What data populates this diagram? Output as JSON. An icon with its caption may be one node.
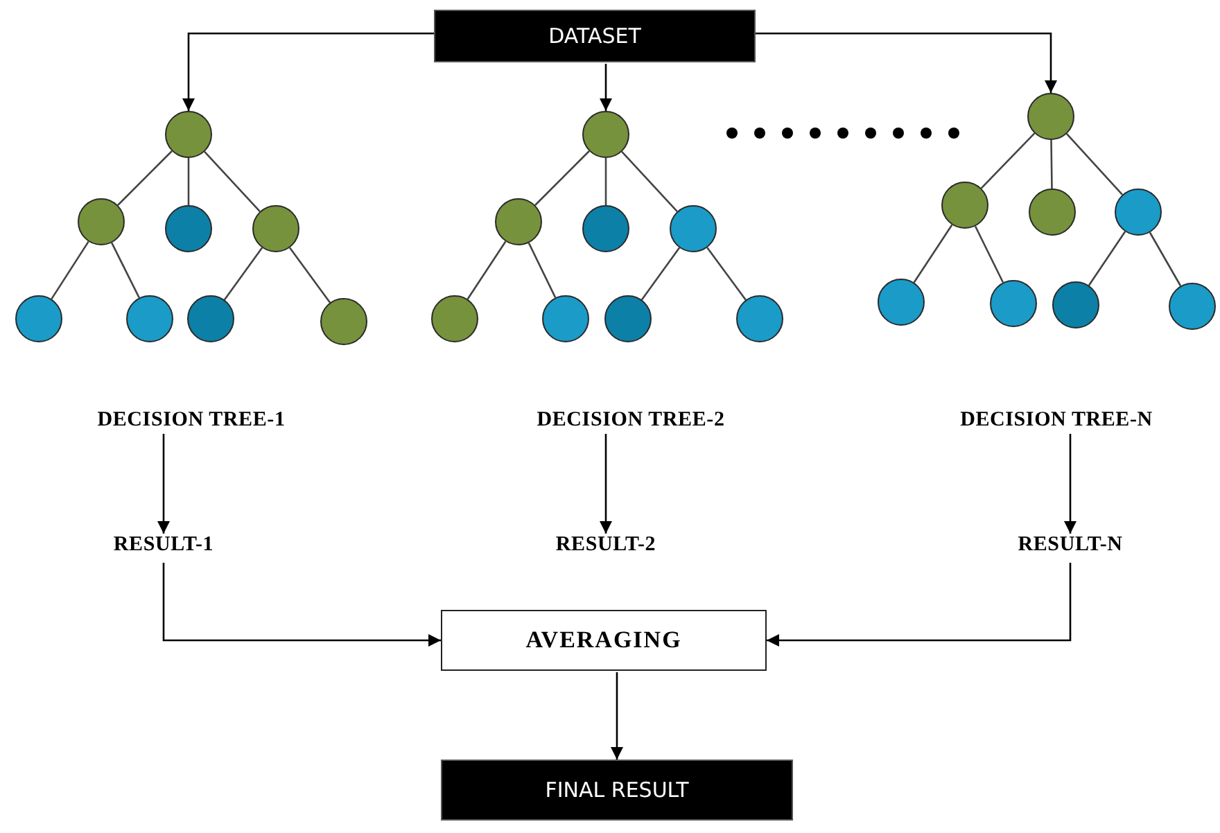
{
  "diagram": {
    "nodes": [
      {
        "text": [
          "DATASET"
        ]
      },
      {
        "text": [],
        "shape": "circle"
      },
      {
        "text": [],
        "shape": "circle"
      },
      {
        "text": [],
        "shape": "circle"
      },
      {
        "text": [],
        "shape": "circle"
      },
      {
        "text": [],
        "shape": "circle"
      },
      {
        "text": [],
        "shape": "circle"
      },
      {
        "text": [],
        "shape": "circle"
      },
      {
        "text": [],
        "shape": "circle"
      },
      {
        "text": [],
        "shape": "circle"
      },
      {
        "text": [],
        "shape": "circle"
      },
      {
        "text": [],
        "shape": "circle"
      },
      {
        "text": [],
        "shape": "circle"
      },
      {
        "text": [],
        "shape": "circle"
      },
      {
        "text": [],
        "shape": "circle"
      },
      {
        "text": [],
        "shape": "circle"
      },
      {
        "text": [],
        "shape": "circle"
      },
      {
        "text": [],
        "shape": "circle"
      },
      {
        "text": [],
        "shape": "circle"
      },
      {
        "text": [],
        "shape": "circle"
      },
      {
        "text": [],
        "shape": "circle"
      },
      {
        "text": [],
        "shape": "circle"
      },
      {
        "text": [],
        "shape": "circle"
      },
      {
        "text": [],
        "shape": "circle"
      },
      {
        "text": [],
        "shape": "circle"
      },
      {
        "text": [
          "DECISION TREE-1"
        ]
      },
      {
        "text": [
          "DECISION TREE-2"
        ]
      },
      {
        "text": [
          "DECISION TREE-N"
        ]
      },
      {
        "text": [
          "RESULT-1"
        ]
      },
      {
        "text": [
          "RESULT-2"
        ]
      },
      {
        "text": [
          "RESULT-N"
        ]
      },
      {
        "text": [
          "AVERAGING"
        ]
      },
      {
        "text": [
          "FINAL RESULT"
        ]
      }
    ],
    "edges": [
      {
        "from": 0,
        "to": 1,
        "arrow": "to"
      },
      {
        "from": 0,
        "to": 9,
        "arrow": "to"
      },
      {
        "from": 0,
        "to": 17,
        "arrow": "to"
      },
      {
        "from": 1,
        "to": 2,
        "arrow": "none"
      },
      {
        "from": 1,
        "to": 3,
        "arrow": "none"
      },
      {
        "from": 1,
        "to": 4,
        "arrow": "none"
      },
      {
        "from": 2,
        "to": 5,
        "arrow": "none"
      },
      {
        "from": 2,
        "to": 6,
        "arrow": "none"
      },
      {
        "from": 4,
        "to": 7,
        "arrow": "none"
      },
      {
        "from": 4,
        "to": 8,
        "arrow": "none"
      },
      {
        "from": 9,
        "to": 10,
        "arrow": "none"
      },
      {
        "from": 9,
        "to": 11,
        "arrow": "none"
      },
      {
        "from": 9,
        "to": 12,
        "arrow": "none"
      },
      {
        "from": 10,
        "to": 13,
        "arrow": "none"
      },
      {
        "from": 10,
        "to": 14,
        "arrow": "none"
      },
      {
        "from": 12,
        "to": 15,
        "arrow": "none"
      },
      {
        "from": 12,
        "to": 16,
        "arrow": "none"
      },
      {
        "from": 17,
        "to": 18,
        "arrow": "none"
      },
      {
        "from": 17,
        "to": 19,
        "arrow": "none"
      },
      {
        "from": 17,
        "to": 20,
        "arrow": "none"
      },
      {
        "from": 18,
        "to": 21,
        "arrow": "none"
      },
      {
        "from": 18,
        "to": 22,
        "arrow": "none"
      },
      {
        "from": 20,
        "to": 23,
        "arrow": "none"
      },
      {
        "from": 20,
        "to": 24,
        "arrow": "none"
      },
      {
        "from": 25,
        "to": 28,
        "arrow": "to"
      },
      {
        "from": 26,
        "to": 29,
        "arrow": "to"
      },
      {
        "from": 27,
        "to": 30,
        "arrow": "to"
      },
      {
        "from": 28,
        "to": 31,
        "arrow": "to"
      },
      {
        "from": 30,
        "to": 31,
        "arrow": "to"
      },
      {
        "from": 31,
        "to": 32,
        "arrow": "to"
      }
    ]
  }
}
